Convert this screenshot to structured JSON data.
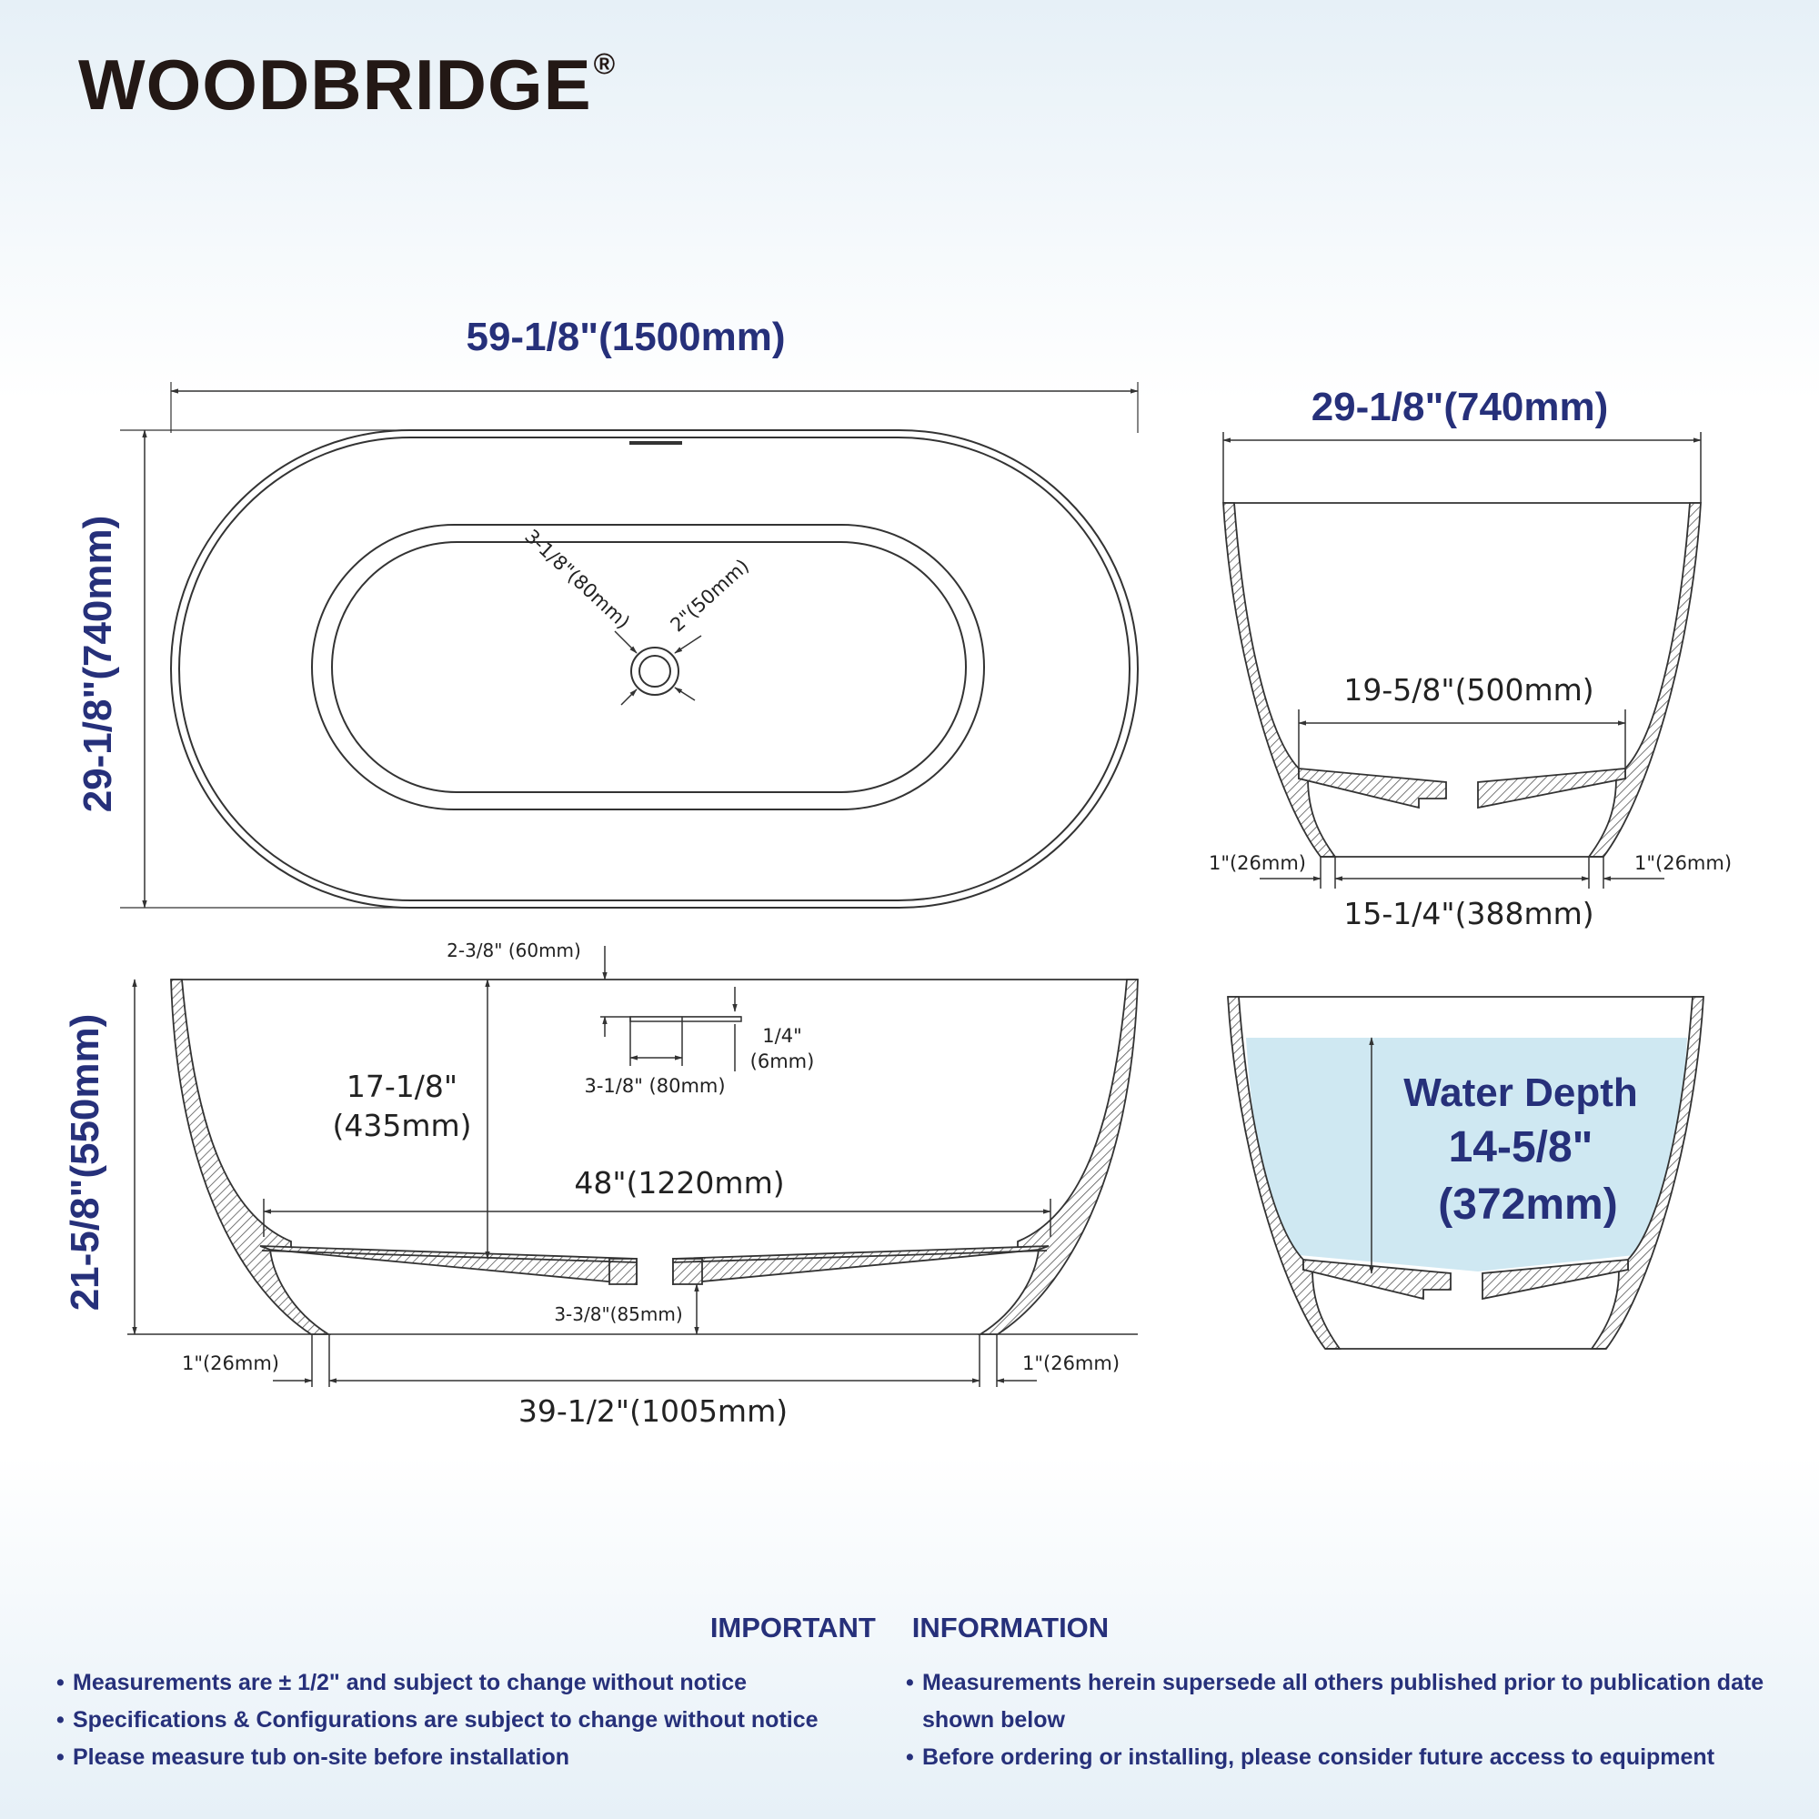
{
  "brand": {
    "name": "WOODBRIDGE",
    "mark": "®"
  },
  "top_view": {
    "length": "59-1/8\"(1500mm)",
    "width": "29-1/8\"(740mm)",
    "drain_offset": "3-1/8\"(80mm)",
    "drain_diameter": "2\"(50mm)"
  },
  "side_view": {
    "height": "21-5/8\"(550mm)",
    "overflow_from_rim": "2-3/8\" (60mm)",
    "overflow_thickness": [
      "1/4\"",
      "(6mm)"
    ],
    "overflow_width": "3-1/8\" (80mm)",
    "interior_depth": [
      "17-1/8\"",
      "(435mm)"
    ],
    "interior_bottom_length": "48\"(1220mm)",
    "drain_height": "3-3/8\"(85mm)",
    "wall_left": "1\"(26mm)",
    "wall_right": "1\"(26mm)",
    "base_length": "39-1/2\"(1005mm)"
  },
  "end_view": {
    "width": "29-1/8\"(740mm)",
    "interior_bottom_width": "19-5/8\"(500mm)",
    "wall_left": "1\"(26mm)",
    "wall_right": "1\"(26mm)",
    "base_width": "15-1/4\"(388mm)"
  },
  "water_view": {
    "label": "Water Depth",
    "depth_in": "14-5/8\"",
    "depth_mm": "(372mm)",
    "water_color": "#cfe8f2"
  },
  "info": {
    "heading_left": "IMPORTANT",
    "heading_right": "INFORMATION",
    "left": [
      "Measurements are ± 1/2\" and subject to change without notice",
      "Specifications & Configurations are subject to change without notice",
      "Please measure tub on-site before installation"
    ],
    "right": [
      "Measurements herein supersede all others published prior to publication date shown below",
      "Before ordering or installing, please consider future access to equipment"
    ]
  },
  "colors": {
    "accent": "#26307a",
    "line": "#333333",
    "brand": "#231815"
  }
}
